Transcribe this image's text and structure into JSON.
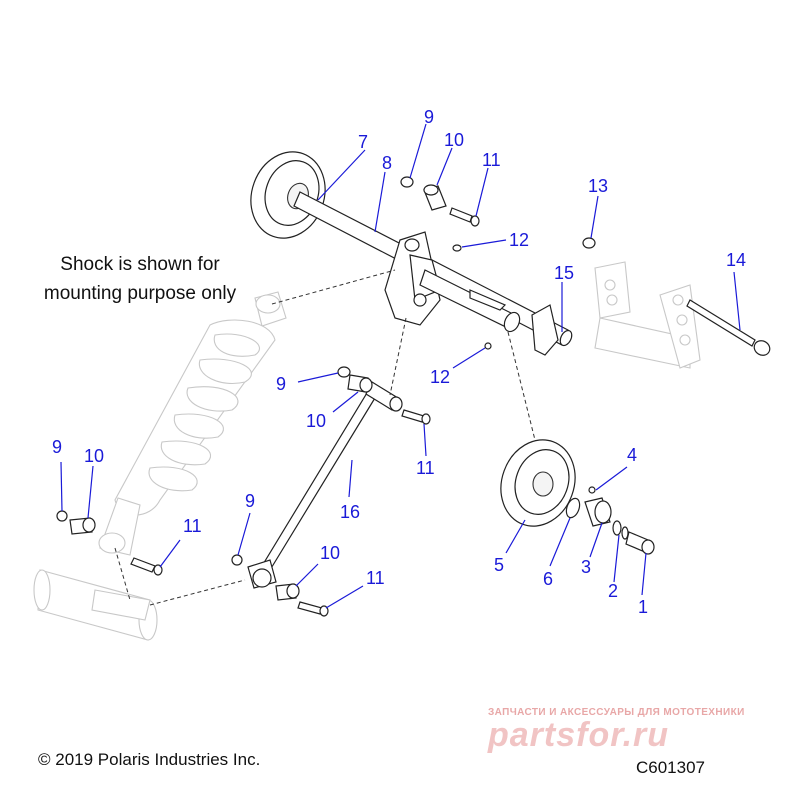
{
  "note": "Shock is shown for mounting purpose only",
  "copyright": "© 2019 Polaris Industries Inc.",
  "diagram_code": "C601307",
  "watermark": {
    "tagline": "ЗАПЧАСТИ И АКСЕССУАРЫ ДЛЯ МОТОТЕХНИКИ",
    "brand": "partsfor.ru"
  },
  "callouts": [
    "9",
    "10",
    "11",
    "7",
    "8",
    "12",
    "13",
    "14",
    "15",
    "9",
    "10",
    "12",
    "11",
    "16",
    "9",
    "10",
    "11",
    "9",
    "10",
    "11",
    "4",
    "5",
    "6",
    "3",
    "2",
    "1"
  ],
  "colors": {
    "callout": "#1a1ad8",
    "line": "#222222"
  }
}
